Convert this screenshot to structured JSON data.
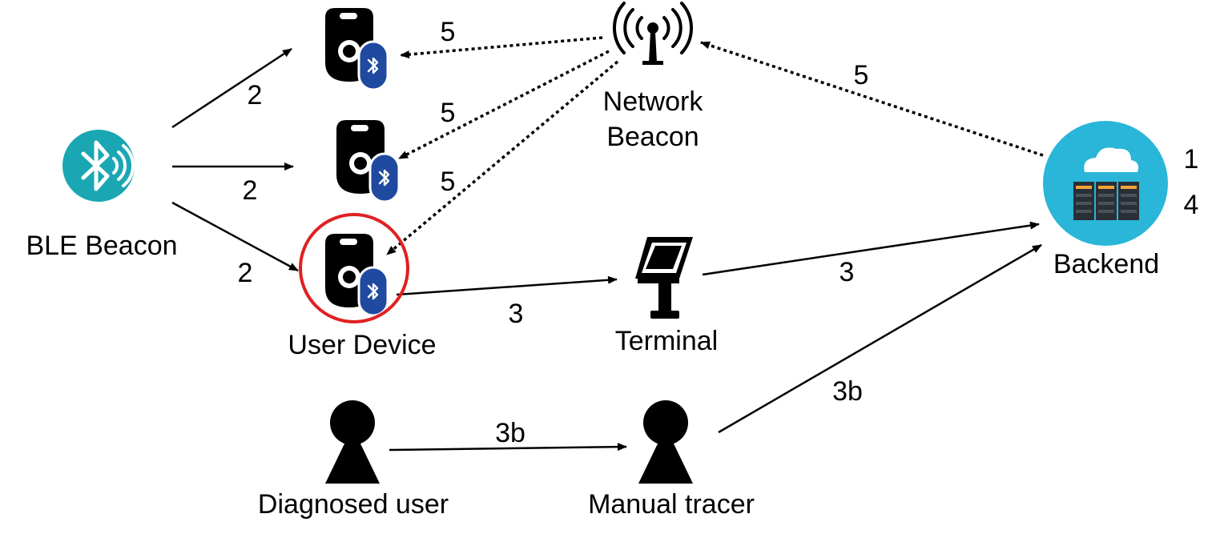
{
  "nodes": {
    "ble_beacon": "BLE Beacon",
    "network_beacon_line1": "Network",
    "network_beacon_line2": "Beacon",
    "user_device": "User Device",
    "terminal": "Terminal",
    "backend": "Backend",
    "diagnosed_user": "Diagnosed user",
    "manual_tracer": "Manual tracer"
  },
  "edge_labels": {
    "ble_to_tag_top": "2",
    "ble_to_tag_mid": "2",
    "ble_to_user_device": "2",
    "network_to_tag_top": "5",
    "network_to_tag_mid": "5",
    "network_to_user_device": "5",
    "backend_to_network": "5",
    "user_device_to_terminal": "3",
    "terminal_to_backend": "3",
    "diagnosed_to_tracer": "3b",
    "tracer_to_backend": "3b"
  },
  "backend_steps": [
    "1",
    "4"
  ],
  "colors": {
    "teal_circle": "#1aa7b3",
    "backend_circle": "#29b6d8",
    "bluetooth_badge": "#1f4aa0",
    "highlight_ring": "#e02020",
    "arrow": "#000000"
  }
}
